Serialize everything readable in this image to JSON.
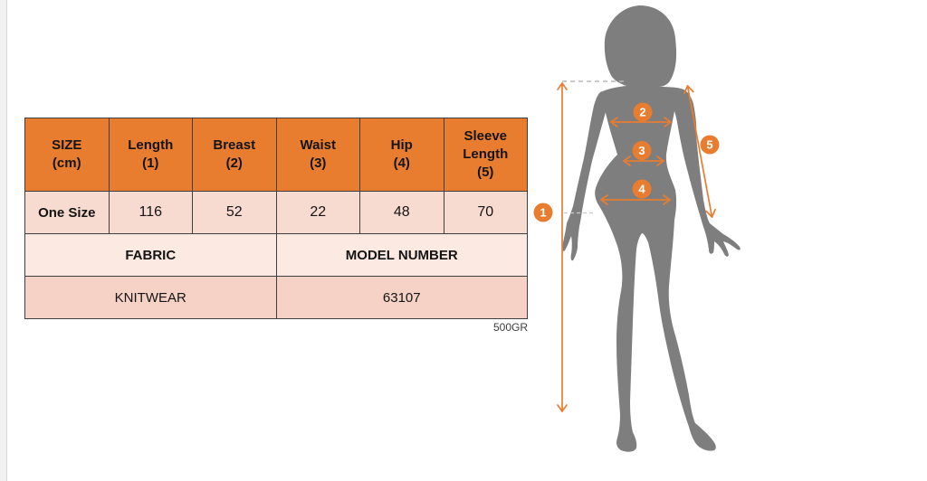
{
  "colors": {
    "accent_orange": "#e87d30",
    "silhouette_gray": "#7e7e7e",
    "table_border": "#3f3f3f",
    "size_row_bg": "#f8dbd0",
    "label_row_bg": "#fbe9e2",
    "value_row_bg": "#f5d2c5"
  },
  "size_table": {
    "headers": [
      "SIZE\n(cm)",
      "Length\n(1)",
      "Breast\n(2)",
      "Waist\n(3)",
      "Hip\n(4)",
      "Sleeve\nLength\n(5)"
    ],
    "size_row": {
      "label": "One Size",
      "values": [
        "116",
        "52",
        "22",
        "48",
        "70"
      ]
    },
    "fabric": {
      "label": "FABRIC",
      "value": "KNITWEAR"
    },
    "model": {
      "label": "MODEL NUMBER",
      "value": "63107"
    },
    "weight_note": "500GR"
  },
  "figure": {
    "markers": [
      {
        "num": "1"
      },
      {
        "num": "2"
      },
      {
        "num": "3"
      },
      {
        "num": "4"
      },
      {
        "num": "5"
      }
    ]
  },
  "chart_data": {
    "type": "table",
    "columns": [
      "SIZE (cm)",
      "Length (1)",
      "Breast (2)",
      "Waist (3)",
      "Hip (4)",
      "Sleeve Length (5)"
    ],
    "rows": [
      [
        "One Size",
        116,
        52,
        22,
        48,
        70
      ]
    ],
    "fabric": "KNITWEAR",
    "model_number": "63107",
    "weight": "500GR"
  }
}
